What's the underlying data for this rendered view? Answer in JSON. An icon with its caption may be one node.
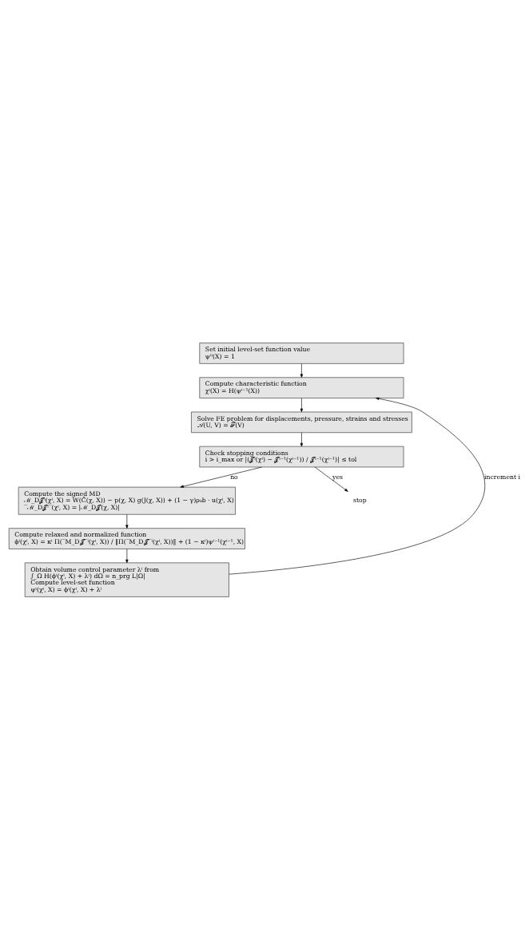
{
  "diagram": {
    "nodes": [
      {
        "text": [
          "Set initial level-set function value",
          "ψ⁰(X) = 1"
        ]
      },
      {
        "text": [
          "Compute characteristic function",
          "χⁱ(X) = H(ψⁱ⁻¹(X))"
        ]
      },
      {
        "text": [
          "Solve FE problem for displacements, pressure, strains and stresses",
          "𝒜(U, V) = ℱ(V)"
        ]
      },
      {
        "text": [
          "Check stopping conditions",
          "i > i_max or |(𝒥ⁱ(χⁱ) − 𝒥ⁱ⁻¹(χⁱ⁻¹)) / 𝒥ⁱ⁻¹(χⁱ⁻¹)| ≤ tol"
        ]
      },
      {
        "text": [
          "Compute the signed MD",
          "ℳ_D𝒥ⁱ(χⁱ, X) = W(C̄(χ, X)) − p(χ, X) g(J(χ, X)) + (1 − γ)ρ₀b · u(χⁱ, X)",
          "‾ℳ_D𝒥ⁱ‾(χⁱ, X) = |ℳ_D𝒥(χ, X)|"
        ]
      },
      {
        "text": [
          "Compute relaxed and normalized function",
          "ϕⁱ(χⁱ, X) = κⁱ Π(‾M_D𝒥‾ⁱ(χⁱ, X)) / ‖Π(‾M_D𝒥‾ⁱ(χⁱ, X))‖ + (1 − κⁱ)ψⁱ⁻¹(χⁱ⁻¹, X)"
        ]
      },
      {
        "text": [
          "Obtain volume control parameter λⁱ from",
          "∫_Ω H(ϕⁱ(χⁱ, X) + λⁱ) dΩ = n_prg L|Ω|",
          "Compute level-set function",
          "ψⁱ(χⁱ, X) = ϕⁱ(χⁱ, X) + λⁱ"
        ]
      },
      {
        "text": [
          "stop"
        ]
      }
    ],
    "edges": [
      {
        "from": 0,
        "to": 1,
        "arrow": "to"
      },
      {
        "from": 1,
        "to": 2,
        "arrow": "to"
      },
      {
        "from": 2,
        "to": 3,
        "arrow": "to"
      },
      {
        "from": 3,
        "to": 4,
        "arrow": "to",
        "label": "no"
      },
      {
        "from": 4,
        "to": 5,
        "arrow": "to"
      },
      {
        "from": 5,
        "to": 6,
        "arrow": "to"
      },
      {
        "from": 6,
        "to": 1,
        "arrow": "to",
        "label": "increment i"
      },
      {
        "from": 3,
        "to": 7,
        "arrow": "to",
        "label": "yes"
      }
    ]
  }
}
